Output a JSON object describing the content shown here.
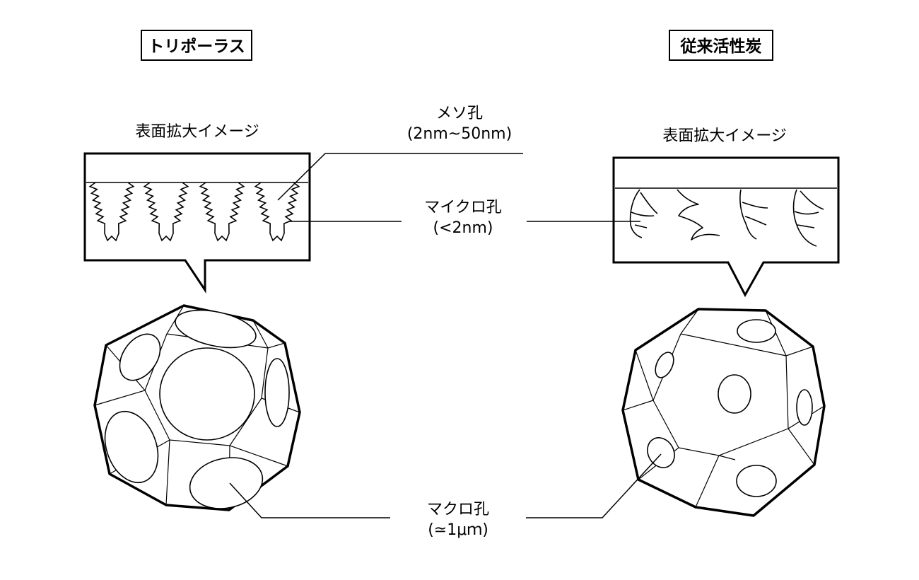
{
  "left": {
    "title": "トリポーラス",
    "zoom_caption": "表面拡大イメージ"
  },
  "right": {
    "title": "従来活性炭",
    "zoom_caption": "表面拡大イメージ"
  },
  "labels": {
    "meso": {
      "name": "メソ孔",
      "size": "(2nm~50nm)"
    },
    "micro": {
      "name": "マイクロ孔",
      "size": "(<2nm)"
    },
    "macro": {
      "name": "マクロ孔",
      "size": "(≃1μｍ)"
    }
  },
  "colors": {
    "stroke": "#000000",
    "background": "#ffffff"
  }
}
